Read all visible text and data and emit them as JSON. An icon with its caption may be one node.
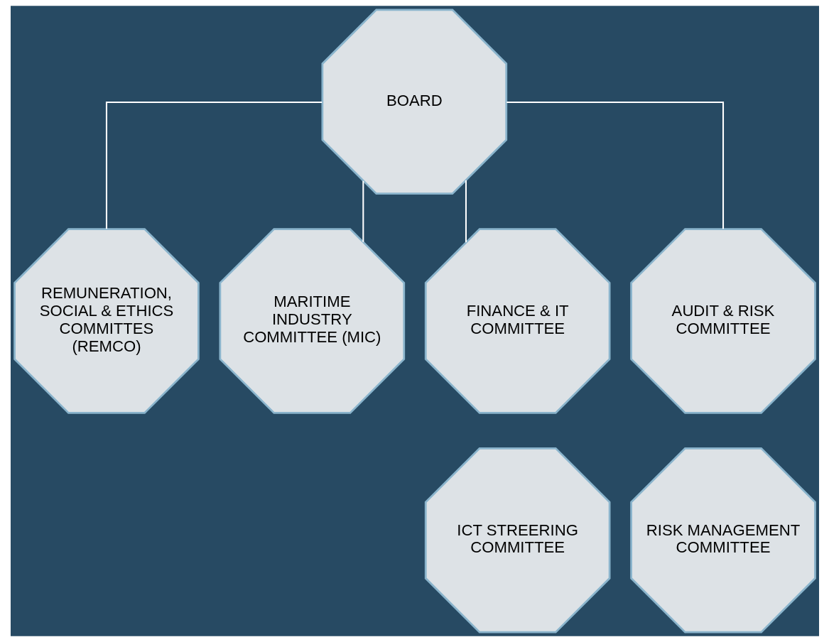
{
  "diagram": {
    "nodes": [
      {
        "text": [
          "BOARD"
        ]
      },
      {
        "text": [
          "REMUNERATION, SOCIAL & ETHICS COMMITTES (REMCO)"
        ]
      },
      {
        "text": [
          "MARITIME INDUSTRY COMMITTEE (MIC)"
        ]
      },
      {
        "text": [
          "FINANCE & IT COMMITTEE"
        ]
      },
      {
        "text": [
          "AUDIT & RISK COMMITTEE"
        ]
      },
      {
        "text": [
          "ICT STREERING COMMITTEE"
        ]
      },
      {
        "text": [
          "RISK MANAGEMENT COMMITTEE"
        ]
      }
    ],
    "edges": [
      {
        "from": 0,
        "to": 1,
        "arrow": "none"
      },
      {
        "from": 0,
        "to": 2,
        "arrow": "none"
      },
      {
        "from": 0,
        "to": 3,
        "arrow": "none"
      },
      {
        "from": 0,
        "to": 4,
        "arrow": "none"
      }
    ]
  }
}
